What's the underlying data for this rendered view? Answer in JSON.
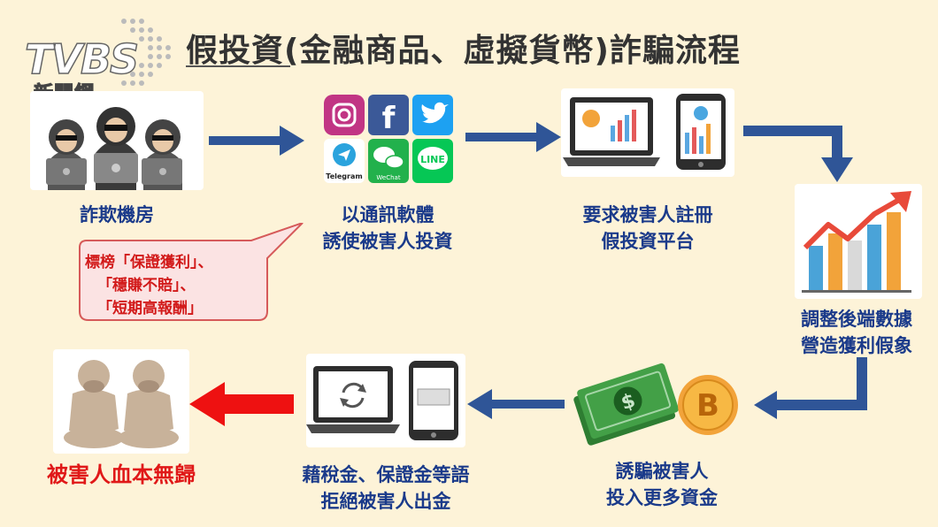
{
  "logo": {
    "brand": "TVBS",
    "sub": "新聞網"
  },
  "title": {
    "underlined": "假投資",
    "rest": "(金融商品、虛擬貨幣)詐騙流程"
  },
  "steps": [
    {
      "label_lines": [
        "詐欺機房"
      ]
    },
    {
      "label_lines": [
        "以通訊軟體",
        "誘使被害人投資"
      ]
    },
    {
      "label_lines": [
        "要求被害人註冊",
        "假投資平台"
      ]
    },
    {
      "label_lines": [
        "調整後端數據",
        "營造獲利假象"
      ]
    },
    {
      "label_lines": [
        "誘騙被害人",
        "投入更多資金"
      ]
    },
    {
      "label_lines": [
        "藉稅金、保證金等語",
        "拒絕被害人出金"
      ]
    },
    {
      "label_lines": [
        "被害人血本無歸"
      ]
    }
  ],
  "callout": {
    "lines": [
      "標榜「保證獲利」、",
      "「穩賺不賠」、",
      "「短期高報酬」"
    ]
  },
  "app_icons": {
    "telegram": "Telegram",
    "wechat": "WeChat",
    "line": "LINE",
    "instagram": "instagram-icon",
    "facebook": "f",
    "twitter": "twitter-icon"
  },
  "colors": {
    "arrow_blue": "#2f5597",
    "arrow_red": "#ee1111",
    "label_blue": "#1a3a8a",
    "label_red": "#e01818",
    "background": "#fdf3d8"
  }
}
